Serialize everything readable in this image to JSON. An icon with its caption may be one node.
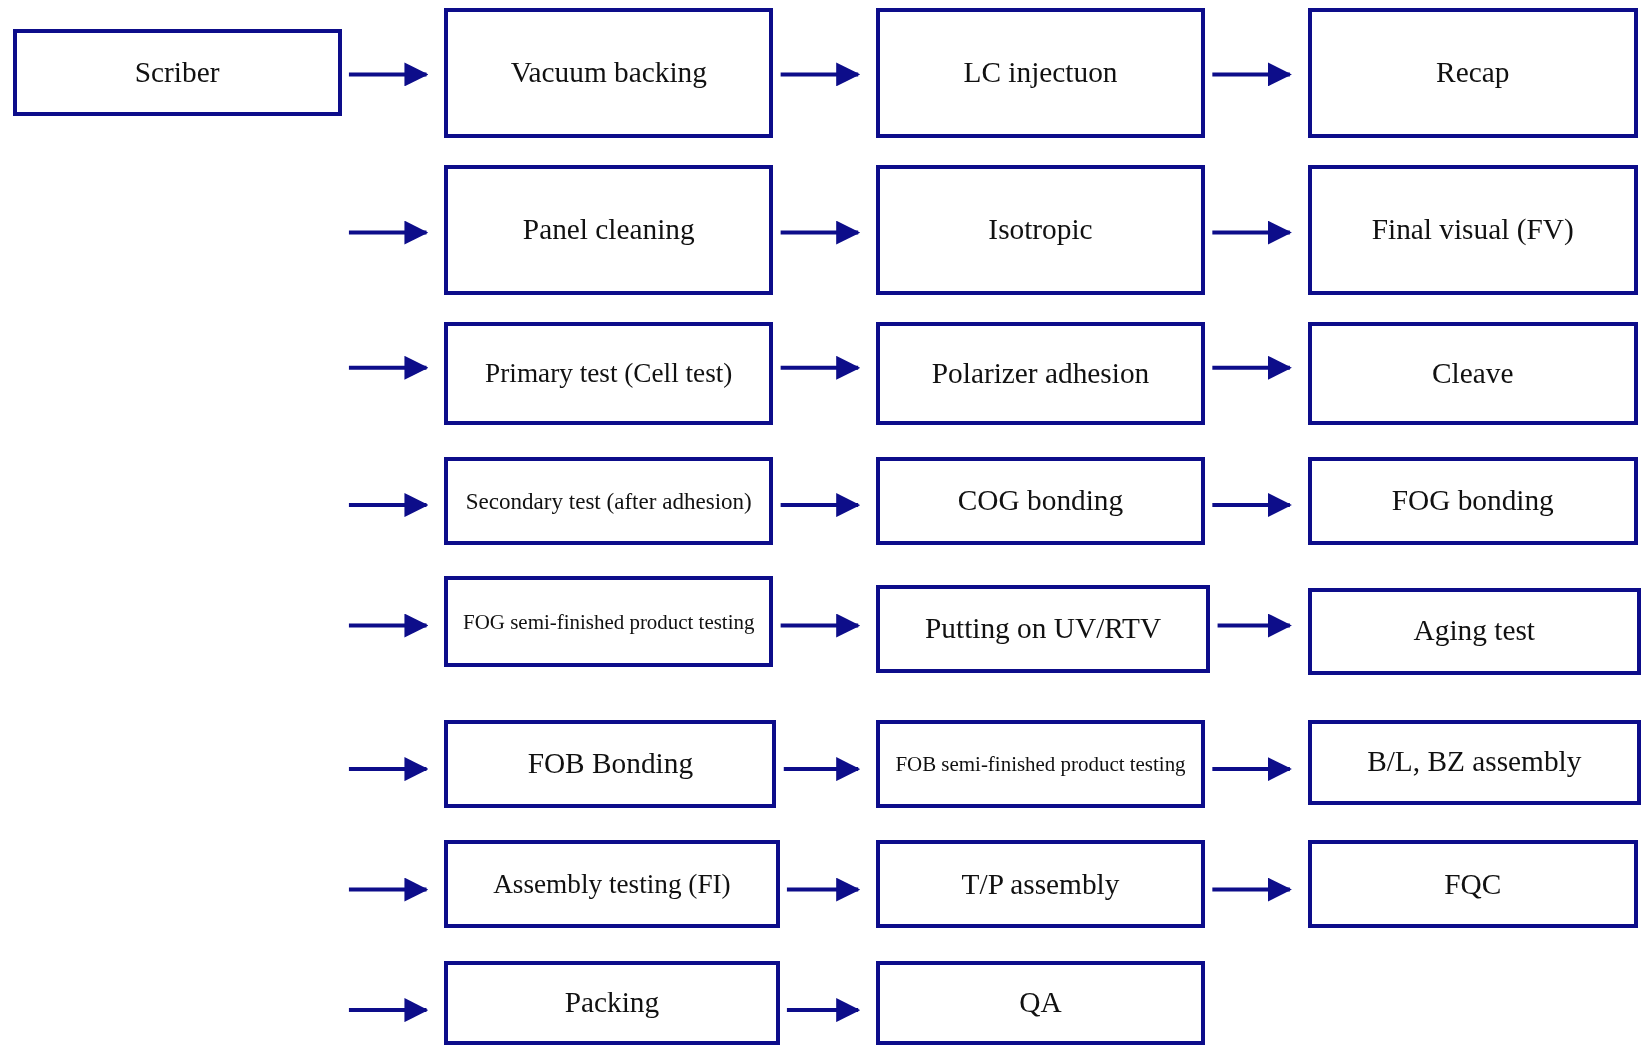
{
  "diagram": {
    "nodes": [
      {
        "text": [
          "Scriber"
        ]
      },
      {
        "text": [
          "Vacuum backing"
        ]
      },
      {
        "text": [
          "LC injectuon"
        ]
      },
      {
        "text": [
          "Recap"
        ]
      },
      {
        "text": [
          "Panel cleaning"
        ]
      },
      {
        "text": [
          "Isotropic"
        ]
      },
      {
        "text": [
          "Final visual (FV)"
        ]
      },
      {
        "text": [
          "Primary test (Cell test)"
        ]
      },
      {
        "text": [
          "Polarizer adhesion"
        ]
      },
      {
        "text": [
          "Cleave"
        ]
      },
      {
        "text": [
          "Secondary test (after adhesion)"
        ]
      },
      {
        "text": [
          "COG bonding"
        ]
      },
      {
        "text": [
          "FOG bonding"
        ]
      },
      {
        "text": [
          "FOG semi-finished product testing"
        ]
      },
      {
        "text": [
          "Putting on UV/RTV"
        ]
      },
      {
        "text": [
          "Aging test"
        ]
      },
      {
        "text": [
          "FOB Bonding"
        ]
      },
      {
        "text": [
          "FOB semi-finished product testing"
        ]
      },
      {
        "text": [
          "B/L, BZ assembly"
        ]
      },
      {
        "text": [
          "Assembly testing (FI)"
        ]
      },
      {
        "text": [
          "T/P assembly"
        ]
      },
      {
        "text": [
          "FQC"
        ]
      },
      {
        "text": [
          "Packing"
        ]
      },
      {
        "text": [
          "QA"
        ]
      }
    ],
    "edges": [
      {
        "from": 0,
        "to": 1,
        "arrow": "to"
      },
      {
        "from": 1,
        "to": 2,
        "arrow": "to"
      },
      {
        "from": 2,
        "to": 3,
        "arrow": "to"
      },
      {
        "from": null,
        "to": 4,
        "arrow": "to"
      },
      {
        "from": 4,
        "to": 5,
        "arrow": "to"
      },
      {
        "from": 5,
        "to": 6,
        "arrow": "to"
      },
      {
        "from": null,
        "to": 7,
        "arrow": "to"
      },
      {
        "from": 7,
        "to": 8,
        "arrow": "to"
      },
      {
        "from": 8,
        "to": 9,
        "arrow": "to"
      },
      {
        "from": null,
        "to": 10,
        "arrow": "to"
      },
      {
        "from": 10,
        "to": 11,
        "arrow": "to"
      },
      {
        "from": 11,
        "to": 12,
        "arrow": "to"
      },
      {
        "from": null,
        "to": 13,
        "arrow": "to"
      },
      {
        "from": 13,
        "to": 14,
        "arrow": "to"
      },
      {
        "from": 14,
        "to": 15,
        "arrow": "to"
      },
      {
        "from": null,
        "to": 16,
        "arrow": "to"
      },
      {
        "from": 16,
        "to": 17,
        "arrow": "to"
      },
      {
        "from": 17,
        "to": 18,
        "arrow": "to"
      },
      {
        "from": null,
        "to": 19,
        "arrow": "to"
      },
      {
        "from": 19,
        "to": 20,
        "arrow": "to"
      },
      {
        "from": 20,
        "to": 21,
        "arrow": "to"
      },
      {
        "from": null,
        "to": 22,
        "arrow": "to"
      },
      {
        "from": 22,
        "to": 23,
        "arrow": "to"
      }
    ]
  }
}
